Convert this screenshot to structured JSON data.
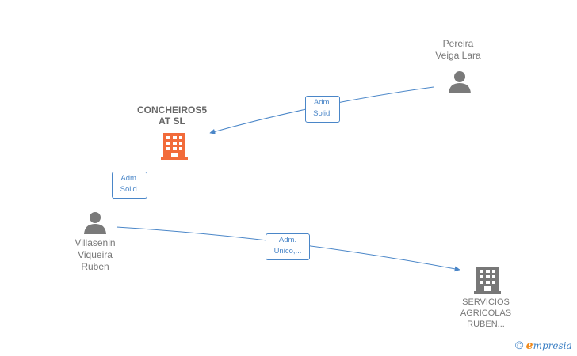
{
  "nodes": {
    "concheiros": {
      "label": "CONCHEIROS5\nAT  SL"
    },
    "pereira": {
      "label": "Pereira\nVeiga Lara"
    },
    "villasenin": {
      "label": "Villasenin\nViqueira\nRuben"
    },
    "servicios": {
      "label": "SERVICIOS\nAGRICOLAS\nRUBEN..."
    }
  },
  "edges": {
    "pereira_to_concheiros": {
      "label": "Adm.\nSolid."
    },
    "villasenin_to_concheiros": {
      "label": "Adm.\nSolid."
    },
    "villasenin_to_servicios": {
      "label": "Adm.\nUnico,..."
    }
  },
  "colors": {
    "edge": "#4a86c8",
    "company_main": "#f26b3a",
    "company": "#777777",
    "person": "#7a7a7a"
  },
  "brand": {
    "copyright": "©",
    "e": "e",
    "rest": "mpresia"
  }
}
